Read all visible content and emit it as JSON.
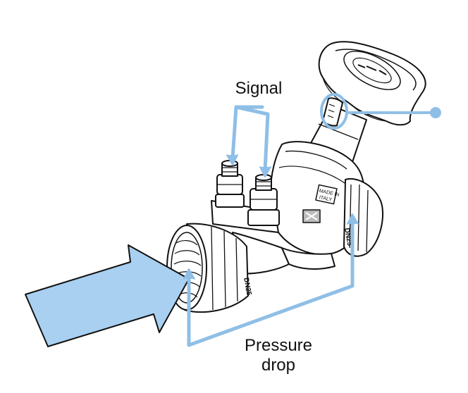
{
  "labels": {
    "signal": "Signal",
    "pressure_drop_line1": "Pressure",
    "pressure_drop_line2": "drop"
  },
  "valve_markings": {
    "made_in": "MADE IN ITALY",
    "size": "DN25"
  },
  "colors": {
    "annotation": "#8fbfe6",
    "arrow_fill": "#a9d0f1",
    "outline": "#111111"
  },
  "icons": [
    "flow-direction-arrow",
    "signal-pointer-arrows",
    "pressure-drop-bracket",
    "callout-dot"
  ]
}
